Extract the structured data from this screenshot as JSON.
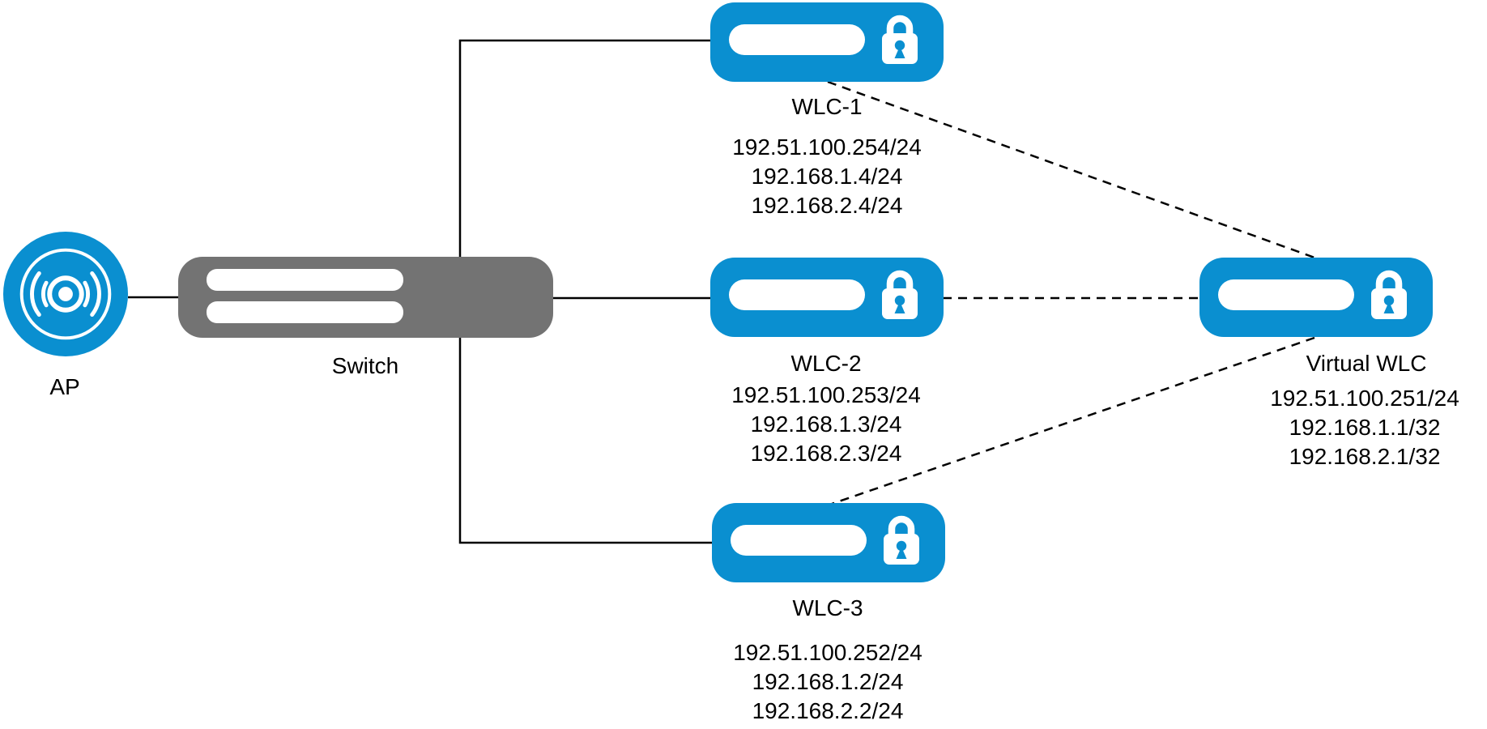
{
  "nodes": {
    "ap": {
      "label": "AP",
      "icon": "access-point-icon"
    },
    "switch": {
      "label": "Switch",
      "icon": "switch-icon"
    },
    "wlc1": {
      "label": "WLC-1",
      "icon": "wlc-lock-icon",
      "ips": [
        "192.51.100.254/24",
        "192.168.1.4/24",
        "192.168.2.4/24"
      ]
    },
    "wlc2": {
      "label": "WLC-2",
      "icon": "wlc-lock-icon",
      "ips": [
        "192.51.100.253/24",
        "192.168.1.3/24",
        "192.168.2.3/24"
      ]
    },
    "wlc3": {
      "label": "WLC-3",
      "icon": "wlc-lock-icon",
      "ips": [
        "192.51.100.252/24",
        "192.168.1.2/24",
        "192.168.2.2/24"
      ]
    },
    "virtual_wlc": {
      "label": "Virtual WLC",
      "icon": "wlc-lock-icon",
      "ips": [
        "192.51.100.251/24",
        "192.168.1.1/32",
        "192.168.2.1/32"
      ]
    }
  },
  "edges": [
    {
      "from": "ap",
      "to": "switch",
      "style": "solid"
    },
    {
      "from": "switch",
      "to": "wlc1",
      "style": "solid"
    },
    {
      "from": "switch",
      "to": "wlc2",
      "style": "solid"
    },
    {
      "from": "switch",
      "to": "wlc3",
      "style": "solid"
    },
    {
      "from": "wlc1",
      "to": "virtual_wlc",
      "style": "dashed"
    },
    {
      "from": "wlc2",
      "to": "virtual_wlc",
      "style": "dashed"
    },
    {
      "from": "wlc3",
      "to": "virtual_wlc",
      "style": "dashed"
    }
  ],
  "colors": {
    "node_blue": "#0a8fd0",
    "switch_gray": "#737373",
    "line_black": "#000000",
    "text_black": "#000000",
    "background": "#ffffff"
  }
}
